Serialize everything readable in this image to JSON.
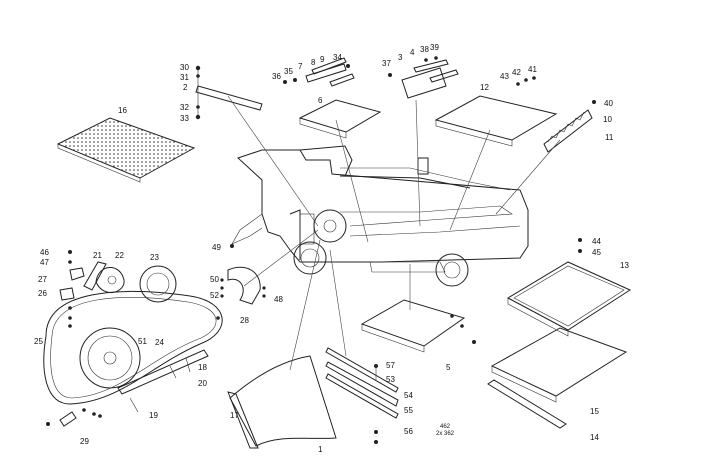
{
  "diagram": {
    "callouts": [
      "1",
      "2",
      "3",
      "4",
      "5",
      "6",
      "7",
      "8",
      "9",
      "10",
      "11",
      "12",
      "13",
      "14",
      "15",
      "16",
      "17",
      "18",
      "19",
      "20",
      "21",
      "22",
      "23",
      "24",
      "25",
      "26",
      "27",
      "28",
      "29",
      "30",
      "31",
      "32",
      "33",
      "34",
      "35",
      "36",
      "37",
      "38",
      "39",
      "40",
      "41",
      "42",
      "43",
      "44",
      "45",
      "46",
      "47",
      "48",
      "49",
      "50",
      "51",
      "52",
      "53",
      "54",
      "55",
      "56",
      "57"
    ],
    "drawing_ref": [
      "462",
      "2x 362"
    ]
  }
}
